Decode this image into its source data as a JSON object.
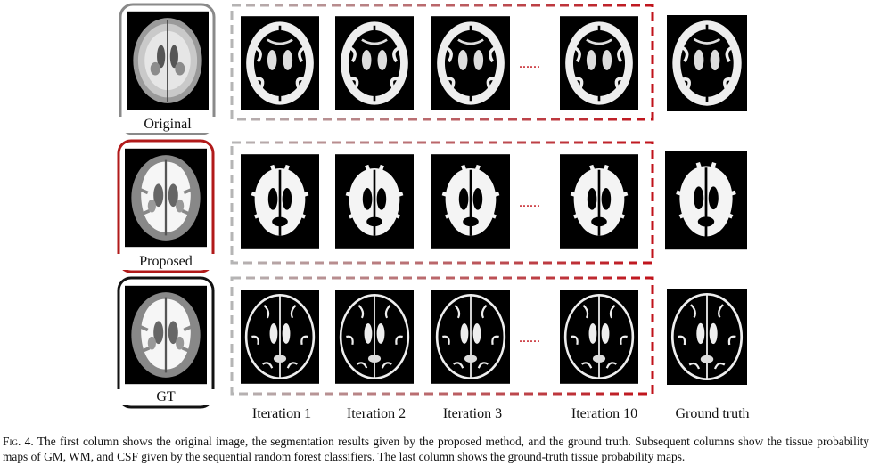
{
  "figure": {
    "row_labels": [
      "Original",
      "Proposed",
      "GT"
    ],
    "column_labels": [
      "Iteration 1",
      "Iteration 2",
      "Iteration 3",
      "Iteration 10",
      "Ground truth"
    ],
    "ellipsis": "......",
    "colors": {
      "original_box": "#8a8a8a",
      "proposed_box": "#b11a1a",
      "gt_box": "#111111",
      "dashed_gradient_start": "#b5b5b5",
      "dashed_gradient_end": "#c0121a",
      "ellipsis": "#c0121a"
    }
  },
  "caption": {
    "fig_label": "Fig. 4.",
    "text": "The first column shows the original image, the segmentation results given by the proposed method, and the ground truth. Subsequent columns show the tissue probability maps of GM, WM, and CSF given by the sequential random forest classifiers. The last column shows the ground-truth tissue probability maps."
  }
}
